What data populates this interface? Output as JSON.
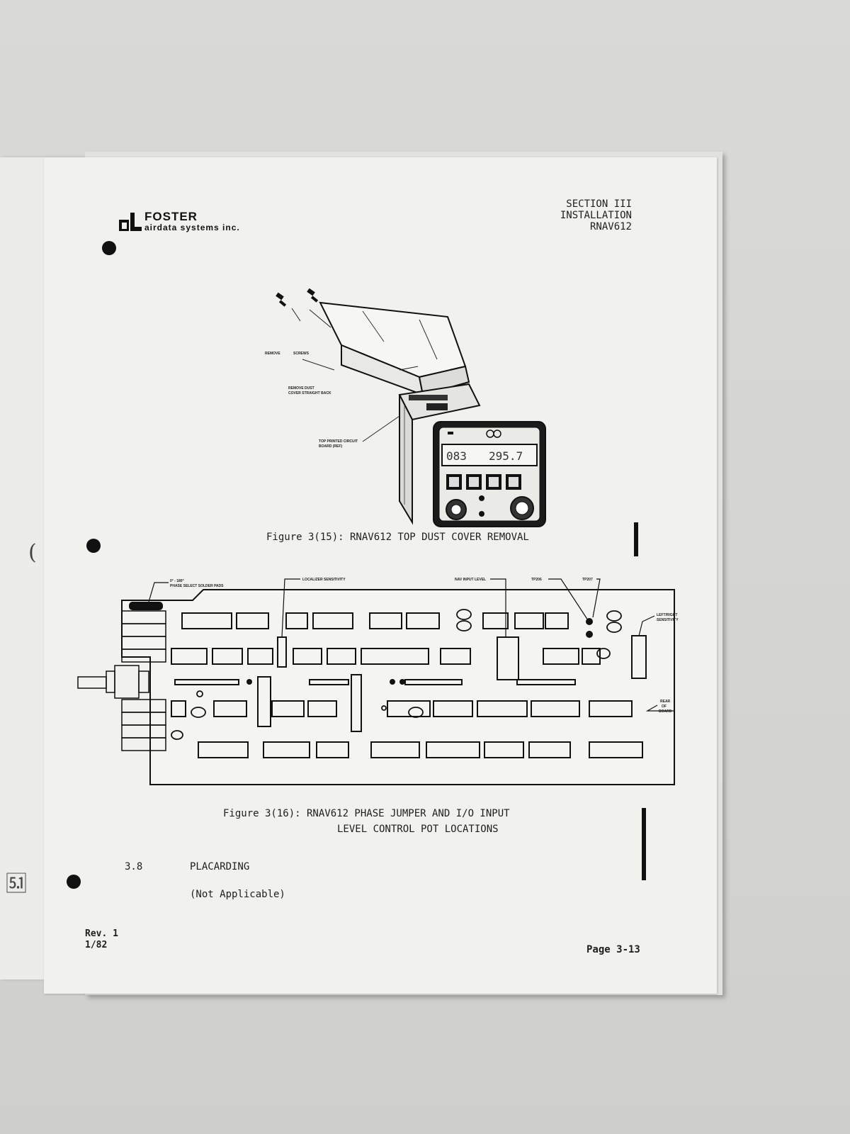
{
  "header": {
    "company_name": "FOSTER",
    "company_sub": "airdata systems inc.",
    "section": "SECTION III",
    "title": "INSTALLATION",
    "model": "RNAV612"
  },
  "figure15": {
    "labels": {
      "remove": "REMOVE",
      "screws": "SCREWS",
      "dust_cover_1": "REMOVE DUST",
      "dust_cover_2": "COVER STRAIGHT BACK",
      "pcb_1": "TOP PRINTED CIRCUIT",
      "pcb_2": "BOARD (REF)"
    },
    "display_left": "083",
    "display_right": "295.7",
    "caption": "Figure 3(15):  RNAV612 TOP DUST COVER REMOVAL"
  },
  "figure16": {
    "labels": {
      "phase_1": "0° - 180°",
      "phase_2": "PHASE SELECT SOLDER PADS",
      "localizer": "LOCALIZER SENSITIVITY",
      "nav_input": "NAV INPUT LEVEL",
      "tp206": "TP206",
      "tp207": "TP207",
      "left_right_1": "LEFT/RIGHT",
      "left_right_2": "SENSITIVITY",
      "rear_1": "REAR",
      "rear_2": "OF",
      "rear_3": "BOARD"
    },
    "caption_line1": "Figure 3(16):  RNAV612 PHASE JUMPER AND I/O INPUT",
    "caption_line2": "LEVEL CONTROL POT LOCATIONS"
  },
  "section_3_8": {
    "number": "3.8",
    "heading": "PLACARDING",
    "body": "(Not Applicable)"
  },
  "footer": {
    "rev": "Rev. 1",
    "date": "1/82",
    "page": "Page 3-13"
  }
}
